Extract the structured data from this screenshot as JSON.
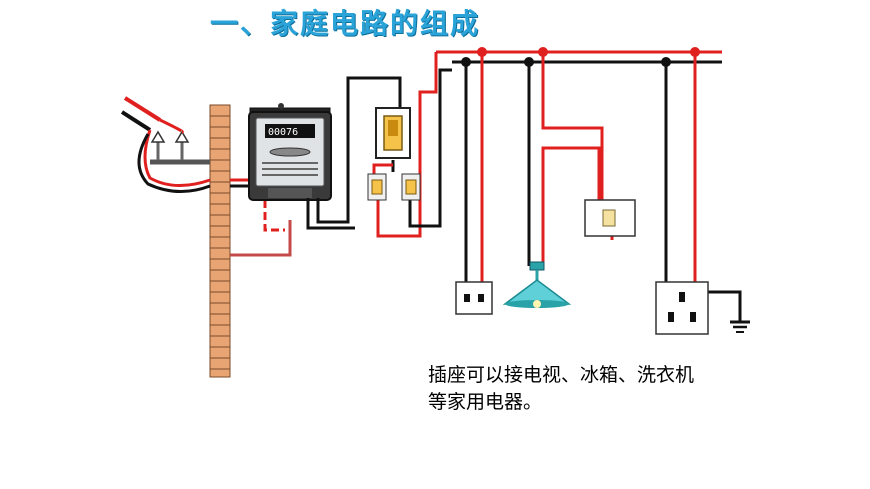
{
  "title": "一、家庭电路的组成",
  "caption_line1": "插座可以接电视、冰箱、洗衣机",
  "caption_line2": "等家用电器。",
  "meter_display": "00076",
  "colors": {
    "live": "#e0201f",
    "neutral": "#111111",
    "wall": "#e8a472",
    "title": "#2aa3d8"
  }
}
